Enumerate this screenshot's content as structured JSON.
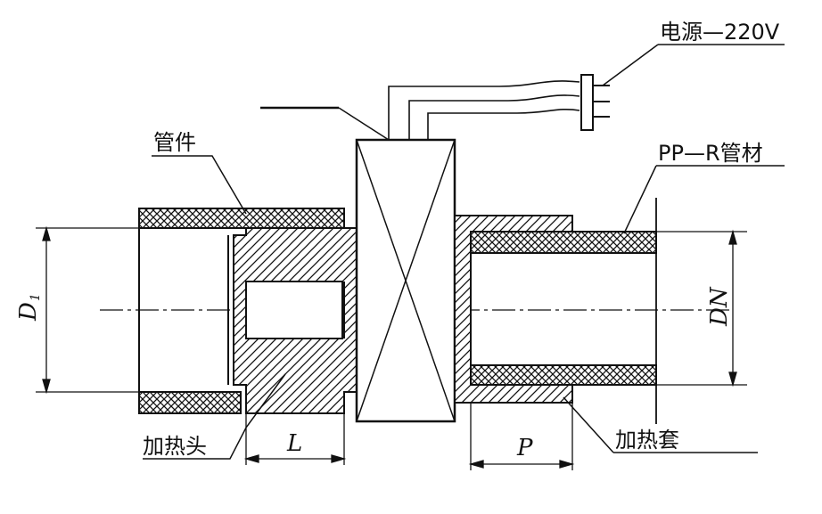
{
  "labels": {
    "power": "电源—220V",
    "fitting": "管件",
    "pipe": "PP—R管材",
    "heating_head": "加热头",
    "heating_sleeve": "加热套"
  },
  "dimensions": {
    "D1_main": "D",
    "D1_sub": "1",
    "DN": "DN",
    "L": "L",
    "P": "P"
  }
}
